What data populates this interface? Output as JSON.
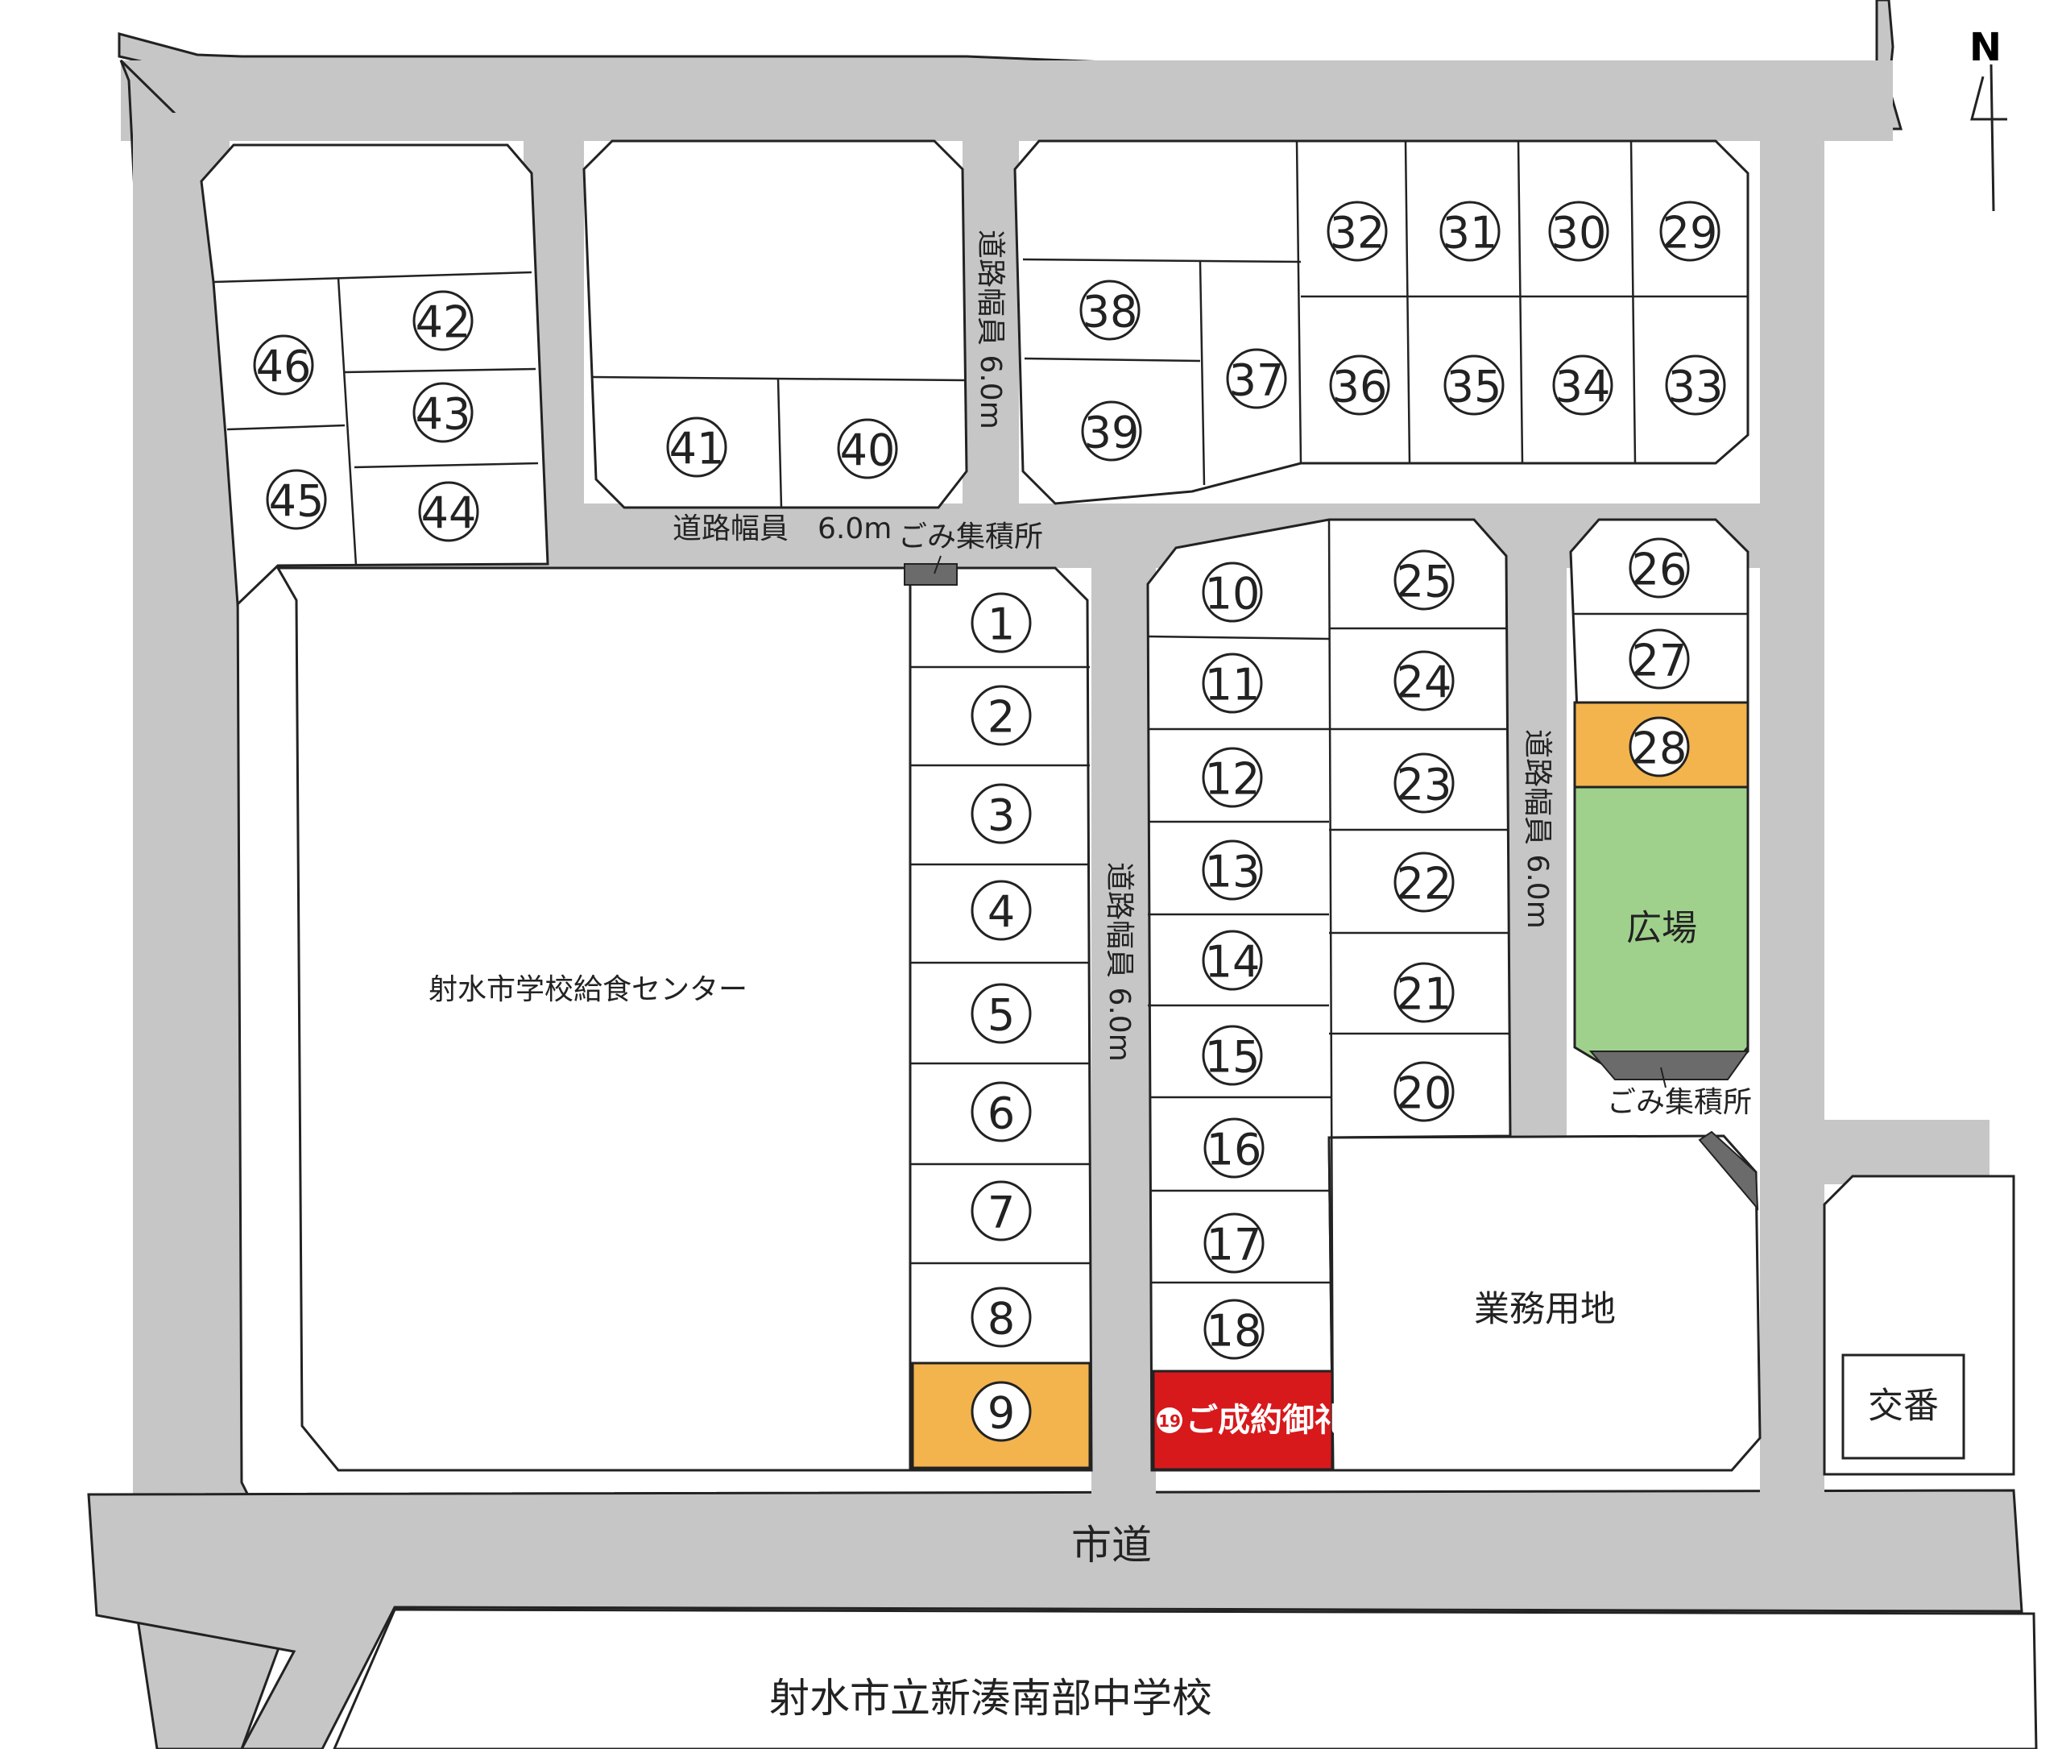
{
  "compass": {
    "north_label": "N"
  },
  "roads": {
    "city_road": "市道",
    "road_width_upper": "道路幅員　6.0m",
    "road_width_left_vertical": "道路幅員 6.0m",
    "road_width_middle_vertical": "道路幅員 6.0m",
    "road_width_right_vertical": "道路幅員 6.0m"
  },
  "facilities": {
    "lunch_center": "射水市学校給食センター",
    "junior_high": "射水市立新湊南部中学校",
    "business_land": "業務用地",
    "plaza": "広場",
    "police_box": "交番",
    "garbage_1": "ごみ集積所",
    "garbage_2": "ごみ集積所"
  },
  "sold": {
    "lot_number": "19",
    "label": "ご成約御礼"
  },
  "lots": [
    {
      "n": "1",
      "status": "available"
    },
    {
      "n": "2",
      "status": "available"
    },
    {
      "n": "3",
      "status": "available"
    },
    {
      "n": "4",
      "status": "available"
    },
    {
      "n": "5",
      "status": "available"
    },
    {
      "n": "6",
      "status": "available"
    },
    {
      "n": "7",
      "status": "available"
    },
    {
      "n": "8",
      "status": "available"
    },
    {
      "n": "9",
      "status": "highlight"
    },
    {
      "n": "10",
      "status": "available"
    },
    {
      "n": "11",
      "status": "available"
    },
    {
      "n": "12",
      "status": "available"
    },
    {
      "n": "13",
      "status": "available"
    },
    {
      "n": "14",
      "status": "available"
    },
    {
      "n": "15",
      "status": "available"
    },
    {
      "n": "16",
      "status": "available"
    },
    {
      "n": "17",
      "status": "available"
    },
    {
      "n": "18",
      "status": "available"
    },
    {
      "n": "20",
      "status": "available"
    },
    {
      "n": "21",
      "status": "available"
    },
    {
      "n": "22",
      "status": "available"
    },
    {
      "n": "23",
      "status": "available"
    },
    {
      "n": "24",
      "status": "available"
    },
    {
      "n": "25",
      "status": "available"
    },
    {
      "n": "26",
      "status": "available"
    },
    {
      "n": "27",
      "status": "available"
    },
    {
      "n": "28",
      "status": "highlight"
    },
    {
      "n": "29",
      "status": "available"
    },
    {
      "n": "30",
      "status": "available"
    },
    {
      "n": "31",
      "status": "available"
    },
    {
      "n": "32",
      "status": "available"
    },
    {
      "n": "33",
      "status": "available"
    },
    {
      "n": "34",
      "status": "available"
    },
    {
      "n": "35",
      "status": "available"
    },
    {
      "n": "36",
      "status": "available"
    },
    {
      "n": "37",
      "status": "available"
    },
    {
      "n": "38",
      "status": "available"
    },
    {
      "n": "39",
      "status": "available"
    },
    {
      "n": "40",
      "status": "available"
    },
    {
      "n": "41",
      "status": "available"
    },
    {
      "n": "42",
      "status": "available"
    },
    {
      "n": "43",
      "status": "available"
    },
    {
      "n": "44",
      "status": "available"
    },
    {
      "n": "45",
      "status": "available"
    },
    {
      "n": "46",
      "status": "available"
    }
  ],
  "colors": {
    "road": "#c6c6c6",
    "highlight": "#f3b44d",
    "sold": "#d7191c",
    "plaza": "#9fd18c",
    "garbage": "#6b6b6b"
  }
}
